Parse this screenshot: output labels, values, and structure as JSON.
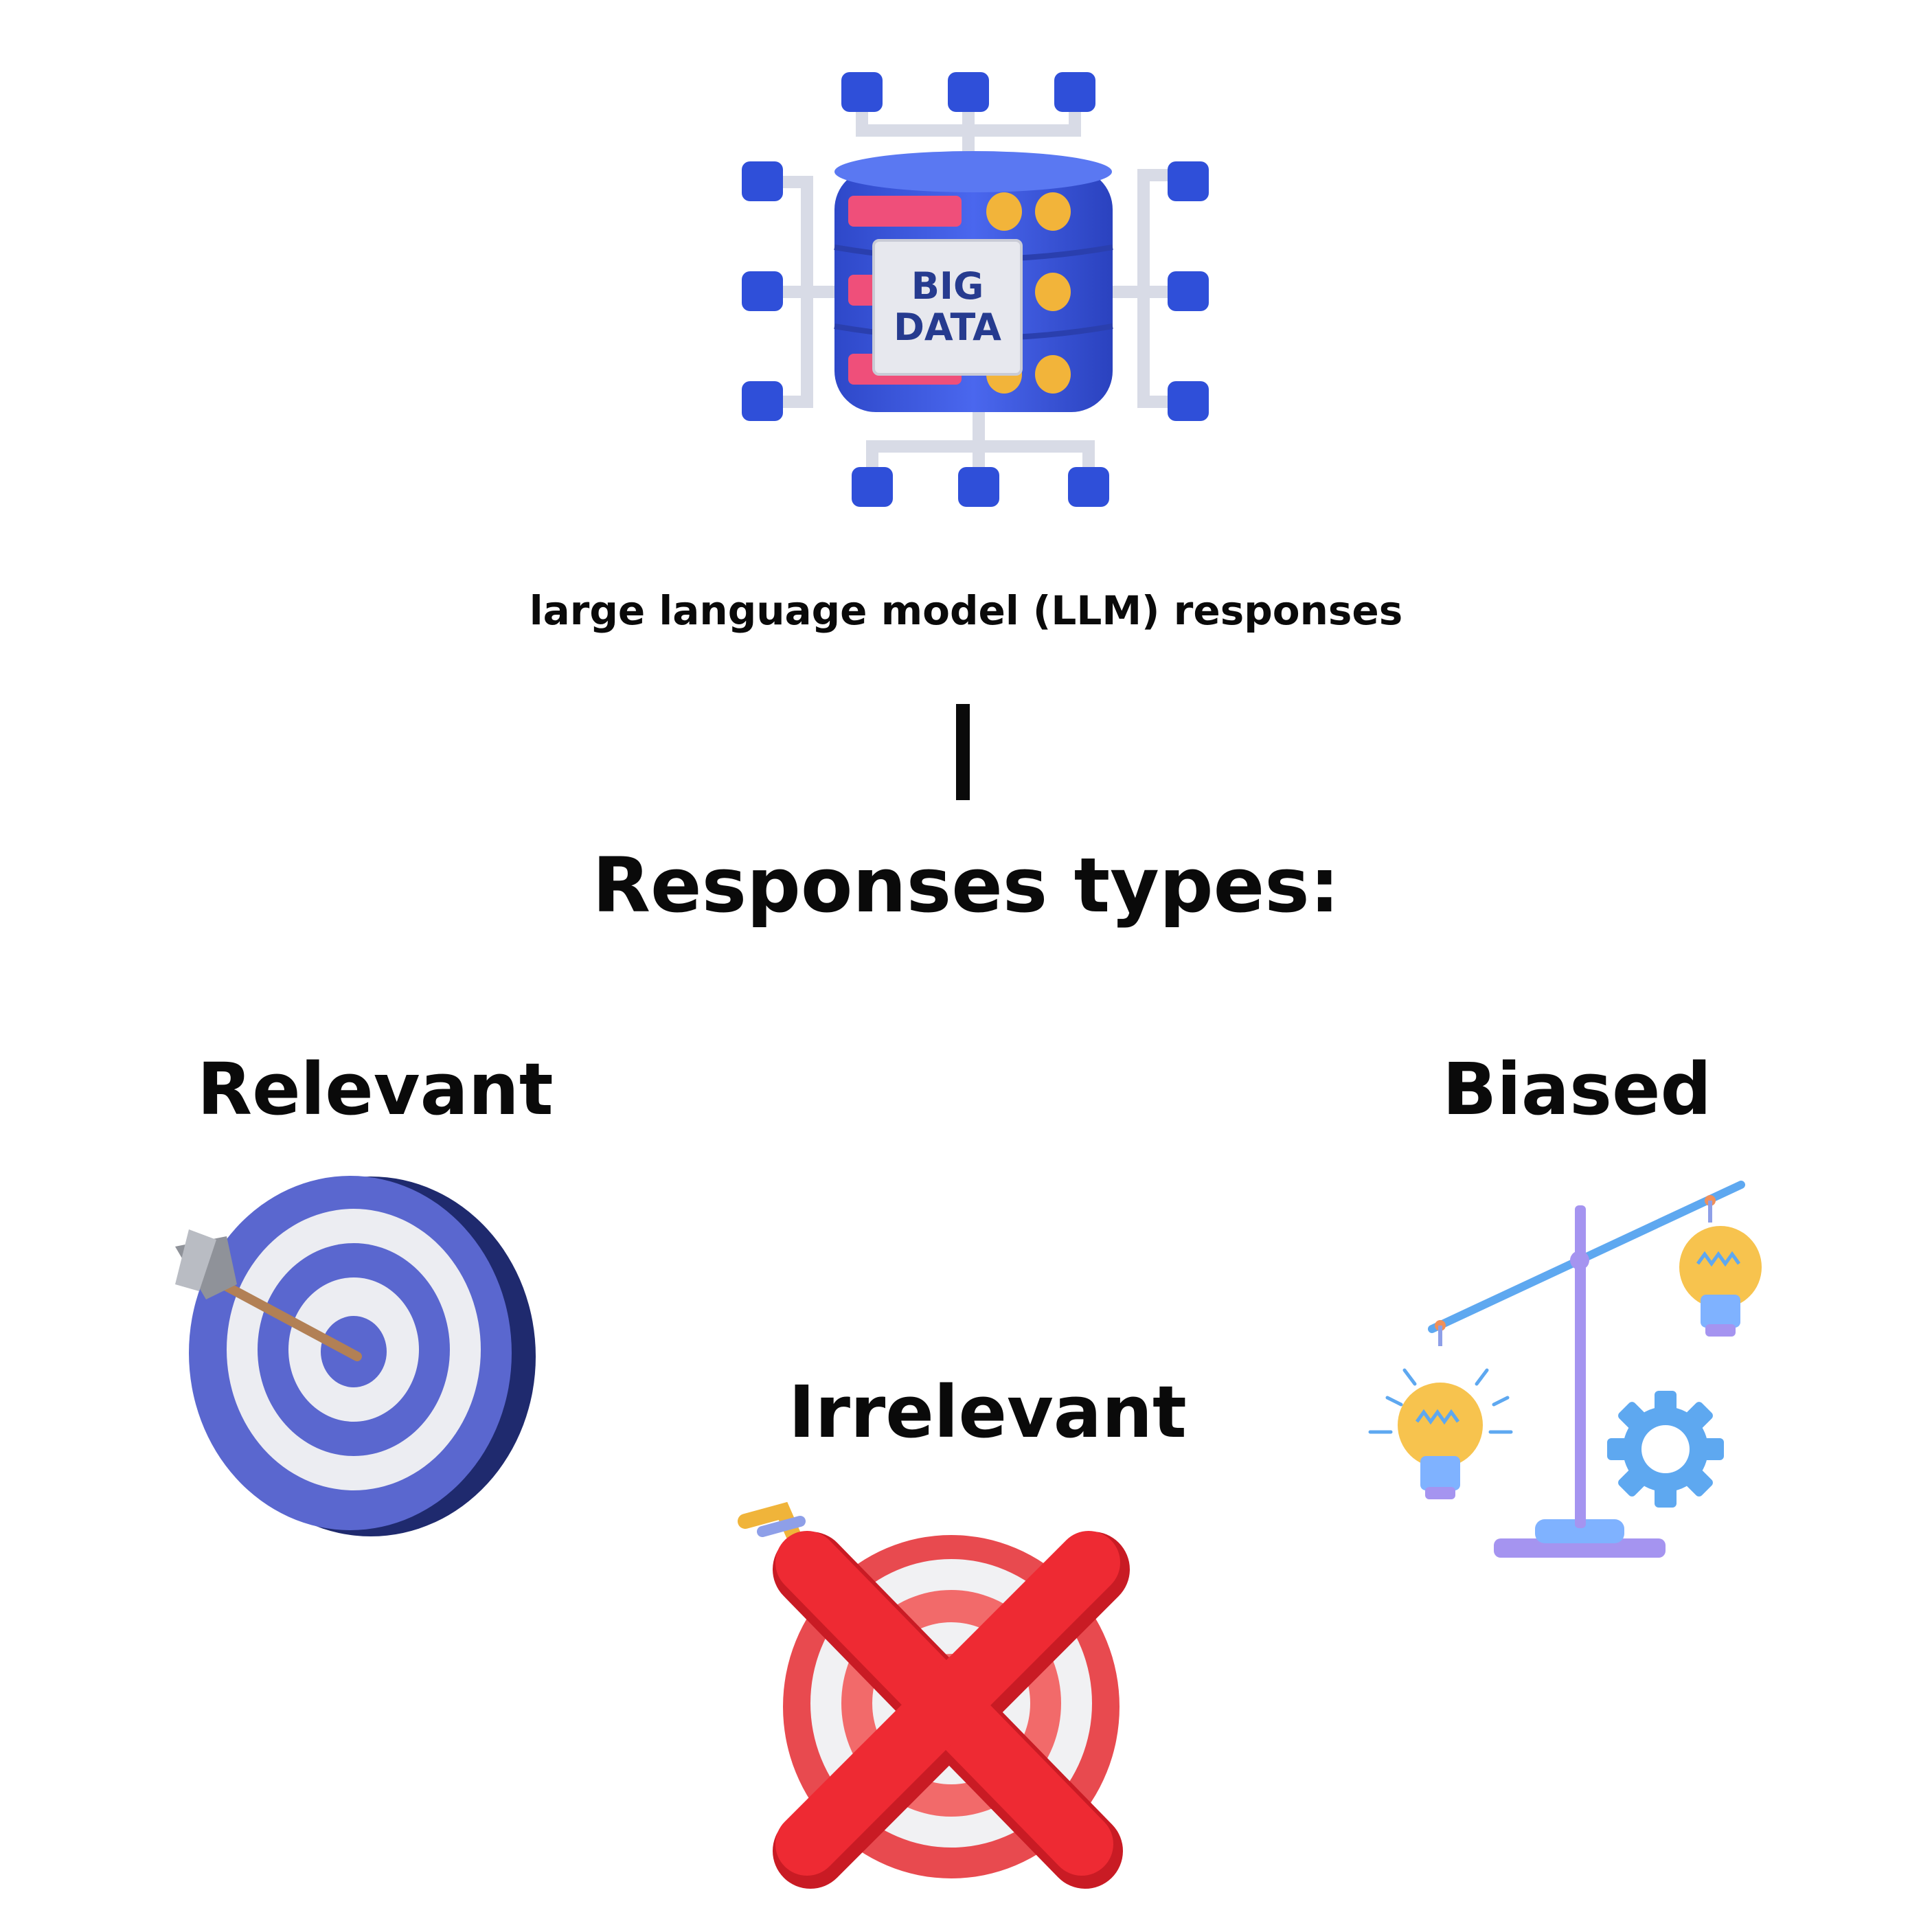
{
  "subtitle": "large language model (LLM) responses",
  "heading": "Responses types:",
  "types": [
    {
      "label": "Relevant",
      "icon": "target-bullseye-icon"
    },
    {
      "label": "Irrelevant",
      "icon": "target-cross-icon"
    },
    {
      "label": "Biased",
      "icon": "balance-scale-icon"
    }
  ],
  "big_data_icon": {
    "icon": "big-data-server-icon",
    "line1": "BIG",
    "line2": "DATA"
  },
  "colors": {
    "blue": "#3050d8",
    "pink": "#ef4f7a",
    "gold": "#f2b43a",
    "target_blue": "#5a67cf",
    "red": "#e8232e"
  }
}
